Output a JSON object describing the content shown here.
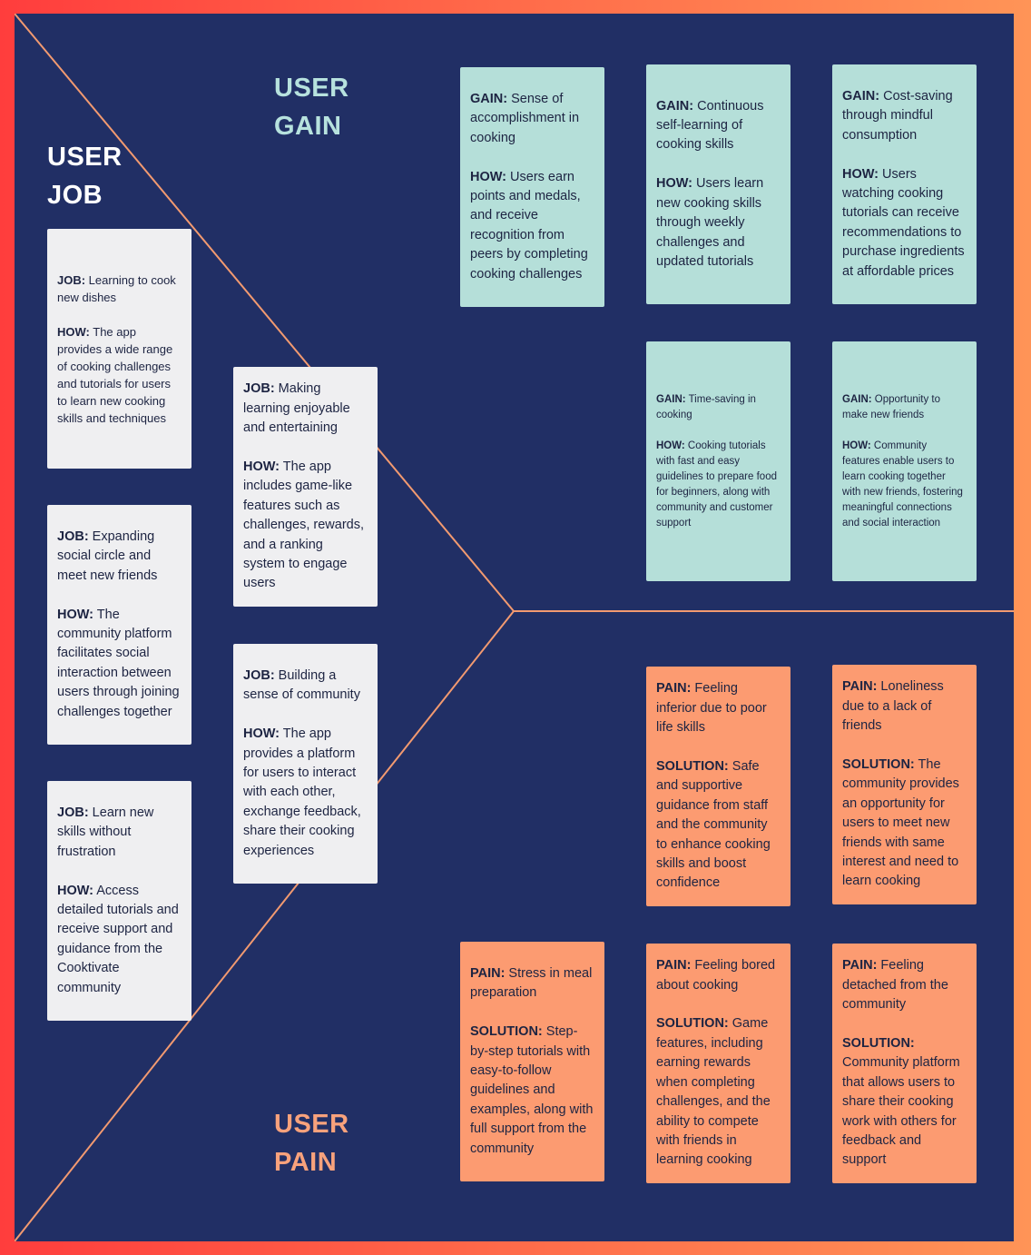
{
  "headings": {
    "job": "USER\nJOB",
    "gain": "USER\nGAIN",
    "pain": "USER\nPAIN"
  },
  "colors": {
    "frame_left": "#ff3d3d",
    "frame_right": "#ff9457",
    "background": "#212f65",
    "lines": "#f29a70",
    "job_card": "#efeff1",
    "gain_card": "#b5dfd9",
    "pain_card": "#fc9b71"
  },
  "jobs": [
    {
      "k1": "JOB:",
      "t1": " Learning to cook new dishes",
      "k2": "HOW:",
      "t2": " The app provides a wide range of cooking challenges and tutorials for users to learn new cooking skills and techniques"
    },
    {
      "k1": "JOB:",
      "t1": " Expanding social circle and meet new friends",
      "k2": "HOW:",
      "t2": " The community platform facilitates social interaction between users through joining challenges together"
    },
    {
      "k1": "JOB:",
      "t1": " Learn new skills without frustration",
      "k2": "HOW:",
      "t2": " Access detailed tutorials and receive support and guidance from the Cooktivate community"
    },
    {
      "k1": "JOB:",
      "t1": " Making learning enjoyable and entertaining",
      "k2": "HOW:",
      "t2": " The app includes game-like features such as challenges, rewards, and a ranking system to engage users"
    },
    {
      "k1": "JOB:",
      "t1": " Building a sense of community",
      "k2": "HOW:",
      "t2": " The app provides a platform for users to interact with each other, exchange feedback, share their cooking experiences"
    }
  ],
  "gains": [
    {
      "k1": "GAIN:",
      "t1": " Sense of accomplishment in cooking",
      "k2": "HOW:",
      "t2": " Users earn points and medals, and receive recognition from peers by completing cooking challenges"
    },
    {
      "k1": "GAIN:",
      "t1": " Continuous self-learning of cooking skills",
      "k2": "HOW:",
      "t2": " Users learn new cooking skills through weekly challenges and updated tutorials"
    },
    {
      "k1": "GAIN:",
      "t1": " Cost-saving through mindful consumption",
      "k2": "HOW:",
      "t2": " Users watching cooking tutorials can receive recommendations to purchase ingredients at affordable prices"
    },
    {
      "k1": "GAIN:",
      "t1": " Time-saving in cooking",
      "k2": "HOW:",
      "t2": " Cooking tutorials with fast and easy guidelines to prepare food for beginners, along with community and customer support"
    },
    {
      "k1": "GAIN:",
      "t1": " Opportunity to make new friends",
      "k2": "HOW:",
      "t2": " Community features enable users to learn cooking together with new friends, fostering meaningful connections and social interaction"
    }
  ],
  "pains": [
    {
      "k1": "PAIN:",
      "t1": " Feeling inferior due to poor life skills",
      "k2": "SOLUTION:",
      "t2": " Safe and supportive guidance from staff and the community to enhance cooking skills and boost confidence"
    },
    {
      "k1": "PAIN:",
      "t1": " Loneliness due to a lack of friends",
      "k2": "SOLUTION:",
      "t2": " The community provides an opportunity for users to meet new friends with same interest and need to learn cooking"
    },
    {
      "k1": "PAIN:",
      "t1": " Stress in meal preparation",
      "k2": "SOLUTION:",
      "t2": " Step-by-step tutorials with easy-to-follow guidelines and examples, along with full support from the community"
    },
    {
      "k1": "PAIN:",
      "t1": " Feeling bored about cooking",
      "k2": "SOLUTION:",
      "t2": " Game features, including earning rewards when completing challenges, and the ability to compete with friends in learning cooking"
    },
    {
      "k1": "PAIN:",
      "t1": " Feeling detached from the community",
      "k2": "SOLUTION:",
      "t2": " Community platform that allows users to share their cooking work with others for feedback and support"
    }
  ]
}
